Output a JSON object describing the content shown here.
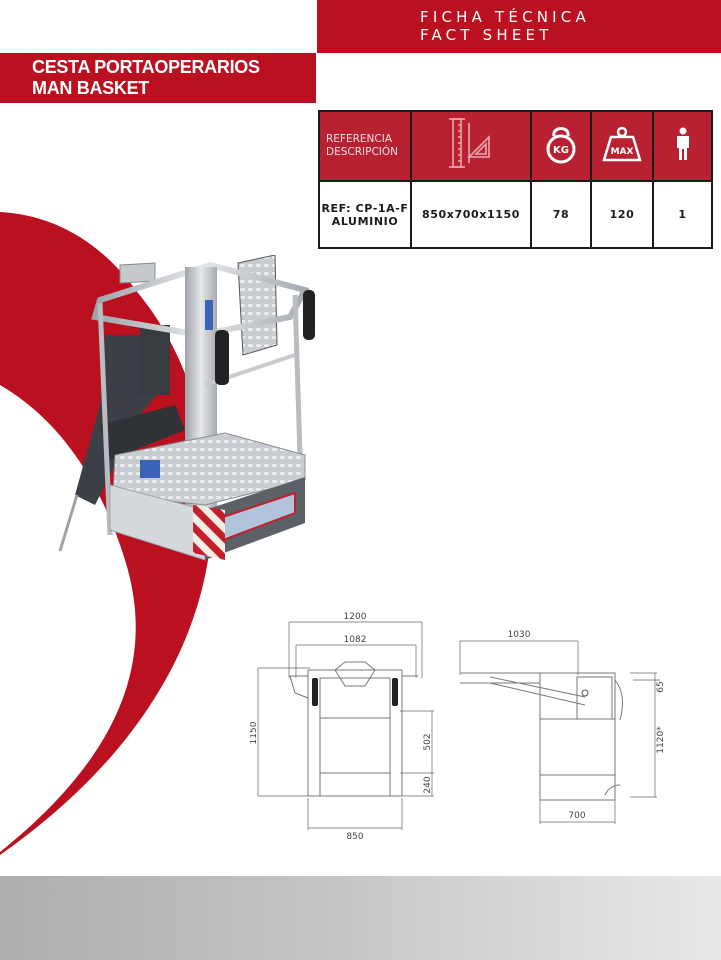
{
  "header": {
    "sheet_title_line1": "FICHA TÉCNICA",
    "sheet_title_line2": "FACT SHEET",
    "product_title_line1": "CESTA PORTAOPERARIOS",
    "product_title_line2": "MAN BASKET"
  },
  "colors": {
    "brand_red": "#bb1020",
    "table_header_red": "#b82131",
    "footer_gradient_start": "#aeaeae",
    "footer_gradient_end": "#e9e9e9"
  },
  "spec_table": {
    "headers": [
      {
        "label_line1": "REFERENCIA",
        "label_line2": "DESCRIPCIÓN",
        "icon": null
      },
      {
        "label_line1": "",
        "label_line2": "",
        "icon": "ruler-triangle-icon"
      },
      {
        "label_line1": "",
        "label_line2": "",
        "icon": "kettlebell-kg-icon",
        "icon_text": "KG"
      },
      {
        "label_line1": "",
        "label_line2": "",
        "icon": "weight-max-icon",
        "icon_text": "MAX"
      },
      {
        "label_line1": "",
        "label_line2": "",
        "icon": "person-icon"
      }
    ],
    "row": {
      "reference": "REF: CP-1A-F",
      "material": "ALUMINIO",
      "dimensions": "850x700x1150",
      "weight_kg": "78",
      "max_load_kg": "120",
      "persons": "1"
    }
  },
  "drawings": {
    "front_view": {
      "width_outer": "1200",
      "width_inner": "1082",
      "height_total": "1150",
      "height_upper": "502",
      "height_lower": "240",
      "base_width": "850"
    },
    "side_view": {
      "arm_length": "1030",
      "top_offset": "65",
      "height": "1120*",
      "depth": "700"
    }
  }
}
